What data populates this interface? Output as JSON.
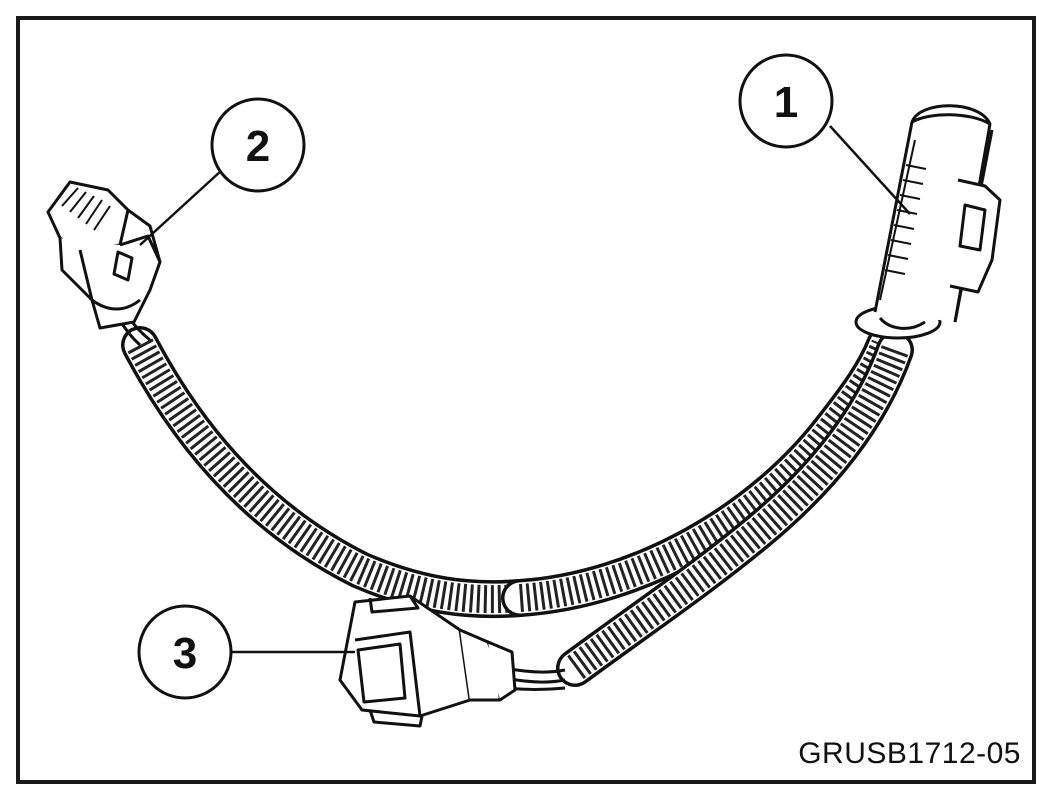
{
  "diagram": {
    "figure_code": "GRUSB1712-05",
    "callouts": [
      {
        "id": "callout-1",
        "label": "1"
      },
      {
        "id": "callout-2",
        "label": "2"
      },
      {
        "id": "callout-3",
        "label": "3"
      }
    ],
    "colors": {
      "line": "#111111",
      "fill": "#ffffff",
      "shade": "#7a7a7a"
    }
  }
}
